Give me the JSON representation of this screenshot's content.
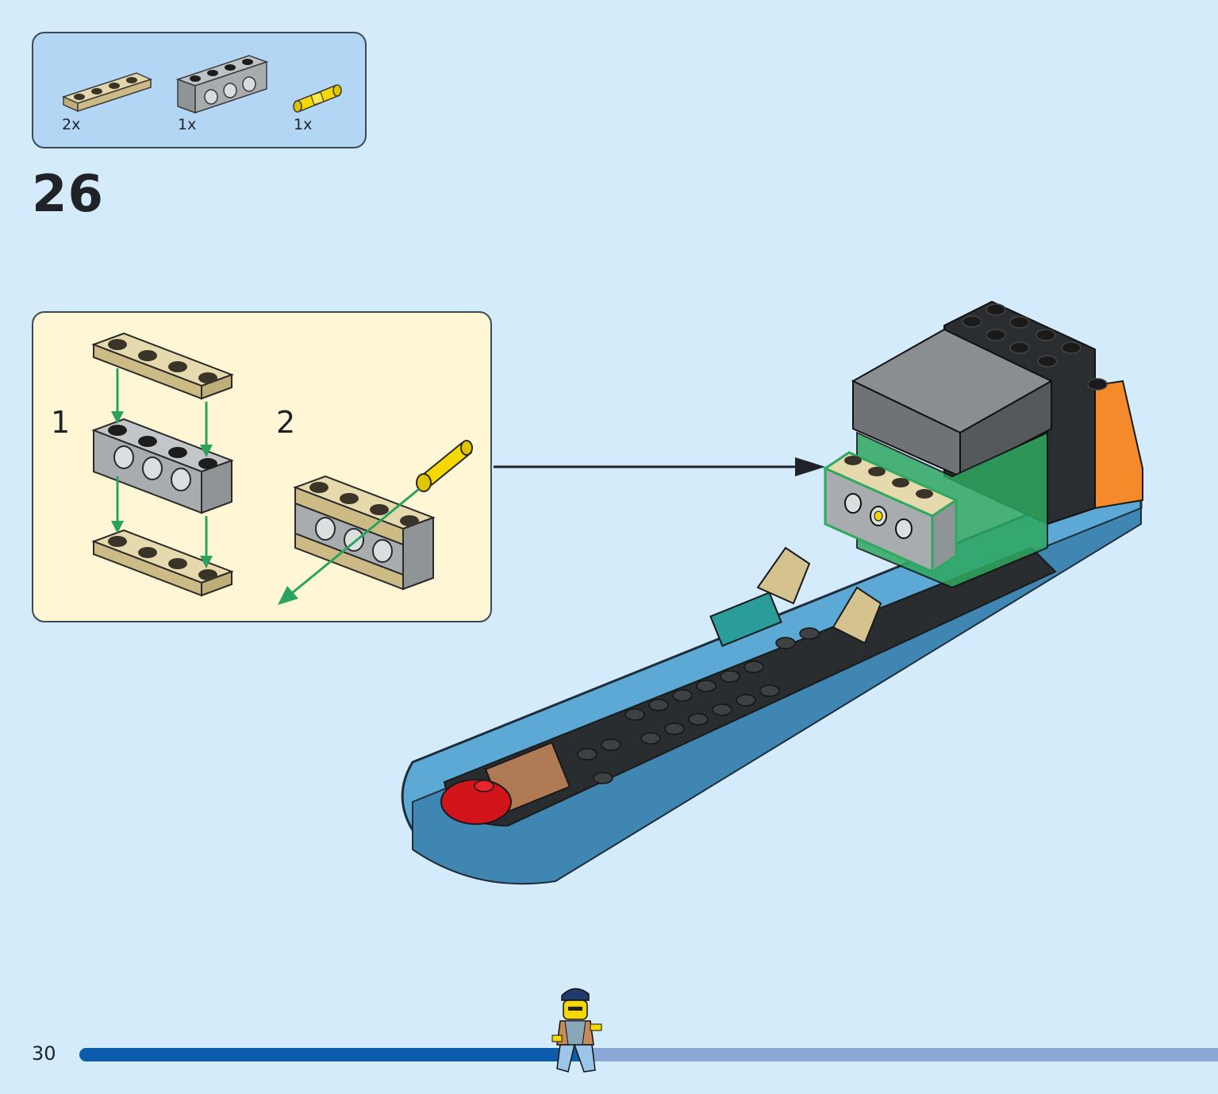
{
  "parts_list": {
    "items": [
      {
        "name": "tan-plate-1x4",
        "quantity": "2x",
        "color": "#d9c89a"
      },
      {
        "name": "gray-technic-brick-1x4",
        "quantity": "1x",
        "color": "#a8acae"
      },
      {
        "name": "yellow-technic-pin",
        "quantity": "1x",
        "color": "#f5d800"
      }
    ]
  },
  "step": {
    "number": "26"
  },
  "sub_assembly": {
    "sub_steps": [
      {
        "number": "1"
      },
      {
        "number": "2"
      }
    ],
    "arrow_color": "#2ca25f"
  },
  "page": {
    "number": "30"
  },
  "progress": {
    "fraction": 0.44,
    "fill_color": "#0b5cad",
    "track_color": "#8aa7d8"
  },
  "colors": {
    "background": "#d4ebfb",
    "parts_box": "#b3d6f4",
    "sub_box": "#fef6d4",
    "model_hull": "#5ba9d4"
  }
}
